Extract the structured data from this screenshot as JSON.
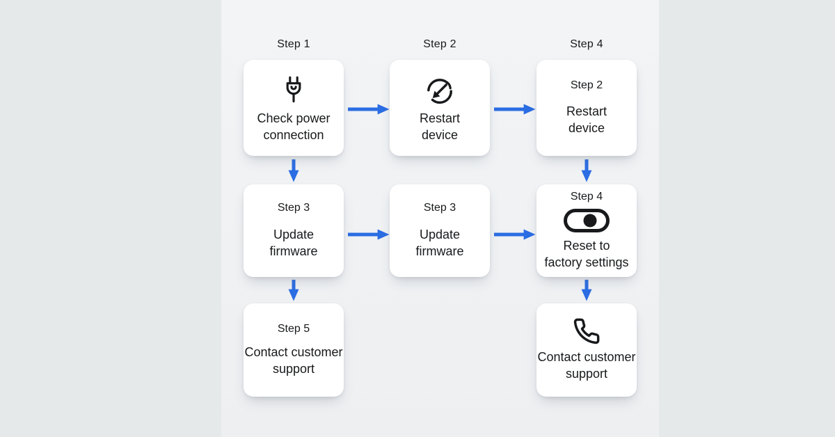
{
  "colors": {
    "page_background": "#e6e9ea",
    "panel_background": "#f1f3f5",
    "card_background": "#ffffff",
    "arrow": "#2b6de3",
    "text": "#17191b"
  },
  "flowchart": {
    "column_headers": [
      "Step 1",
      "Step 2",
      "Step 4"
    ],
    "nodes": [
      {
        "icon": "power-plug-icon",
        "title": "",
        "label": "Check power\nconnection"
      },
      {
        "icon": "restart-icon",
        "title": "",
        "label": "Restart\ndevice"
      },
      {
        "icon": "",
        "title": "Step 2",
        "label": "Restart\ndevice"
      },
      {
        "icon": "",
        "title": "Step 3",
        "label": "Update\nfirmware"
      },
      {
        "icon": "",
        "title": "Step 3",
        "label": "Update\nfirmware"
      },
      {
        "icon": "toggle-switch-icon",
        "title": "Step 4",
        "label": "Reset to\nfactory settings"
      },
      {
        "icon": "",
        "title": "Step 5",
        "label": "Contact customer\nsupport"
      },
      {
        "icon": "phone-icon",
        "title": "",
        "label": "Contact customer\nsupport"
      }
    ]
  }
}
